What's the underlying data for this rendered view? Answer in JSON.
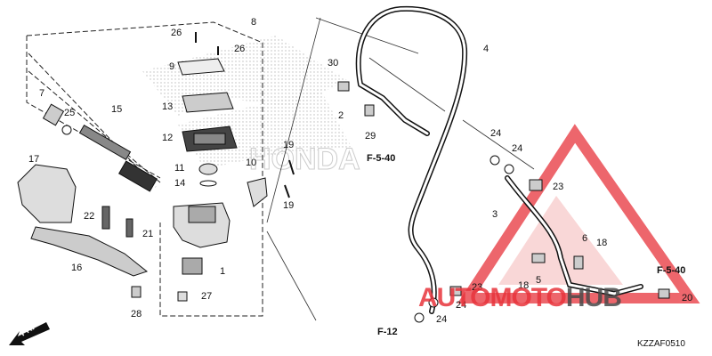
{
  "diagram": {
    "drawing_code": "KZZAF0510",
    "front_marker": "FR.",
    "callouts": [
      {
        "id": "c26a",
        "label": "26"
      },
      {
        "id": "c8",
        "label": "8"
      },
      {
        "id": "c26b",
        "label": "26"
      },
      {
        "id": "c9",
        "label": "9"
      },
      {
        "id": "c13",
        "label": "13"
      },
      {
        "id": "c12",
        "label": "12"
      },
      {
        "id": "c7",
        "label": "7"
      },
      {
        "id": "c25",
        "label": "25"
      },
      {
        "id": "c15",
        "label": "15"
      },
      {
        "id": "c17",
        "label": "17"
      },
      {
        "id": "c11",
        "label": "11"
      },
      {
        "id": "c14",
        "label": "14"
      },
      {
        "id": "c10",
        "label": "10"
      },
      {
        "id": "c19a",
        "label": "19"
      },
      {
        "id": "c19b",
        "label": "19"
      },
      {
        "id": "c22",
        "label": "22"
      },
      {
        "id": "c21",
        "label": "21"
      },
      {
        "id": "c16",
        "label": "16"
      },
      {
        "id": "c1",
        "label": "1"
      },
      {
        "id": "c27",
        "label": "27"
      },
      {
        "id": "c28",
        "label": "28"
      },
      {
        "id": "c30",
        "label": "30"
      },
      {
        "id": "c2",
        "label": "2"
      },
      {
        "id": "c29",
        "label": "29"
      },
      {
        "id": "c4",
        "label": "4"
      },
      {
        "id": "c24a",
        "label": "24"
      },
      {
        "id": "c24b",
        "label": "24"
      },
      {
        "id": "c23a",
        "label": "23"
      },
      {
        "id": "c3",
        "label": "3"
      },
      {
        "id": "c6",
        "label": "6"
      },
      {
        "id": "c18a",
        "label": "18"
      },
      {
        "id": "c18b",
        "label": "18"
      },
      {
        "id": "c5",
        "label": "5"
      },
      {
        "id": "c23b",
        "label": "23"
      },
      {
        "id": "c24c",
        "label": "24"
      },
      {
        "id": "c24d",
        "label": "24"
      },
      {
        "id": "c20",
        "label": "20"
      }
    ],
    "references": [
      {
        "id": "r1",
        "label": "F-5-40"
      },
      {
        "id": "r2",
        "label": "F-5-40"
      },
      {
        "id": "r3",
        "label": "F-12"
      }
    ]
  },
  "watermark": {
    "part1": "AUTOMOTO",
    "part2": "HUB",
    "color1": "#e8343c",
    "color2": "#4a4a4a"
  }
}
